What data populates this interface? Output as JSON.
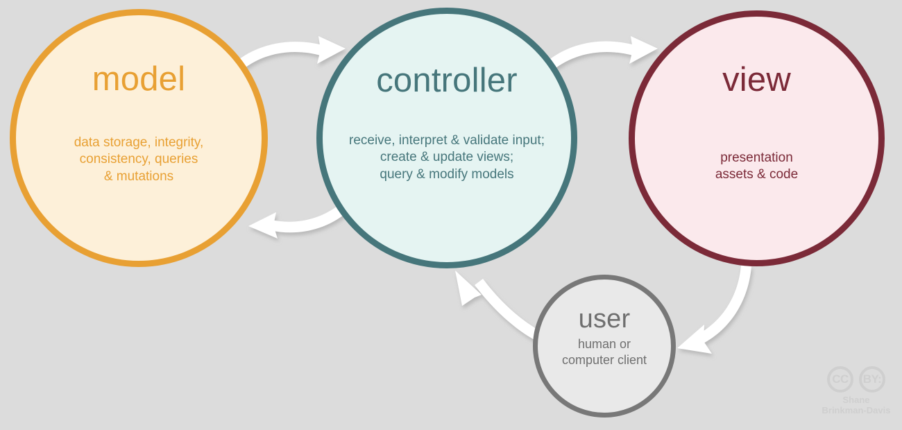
{
  "diagram": {
    "background_color": "#dcdcdc",
    "arrow_color": "#ffffff",
    "nodes": [
      {
        "id": "model",
        "title": "model",
        "description": "data storage, integrity,\nconsistency, queries\n& mutations",
        "fill_color": "#fdf0d9",
        "stroke_color": "#e8a033",
        "text_color": "#e8a033"
      },
      {
        "id": "controller",
        "title": "controller",
        "description": "receive, interpret & validate input;\ncreate & update views;\nquery & modify models",
        "fill_color": "#e5f4f2",
        "stroke_color": "#46767b",
        "text_color": "#46767b"
      },
      {
        "id": "view",
        "title": "view",
        "description": "presentation\nassets & code",
        "fill_color": "#fbe9ec",
        "stroke_color": "#7b2a38",
        "text_color": "#7b2a38"
      },
      {
        "id": "user",
        "title": "user",
        "description": "human or\ncomputer client",
        "fill_color": "#e9e9e9",
        "stroke_color": "#787878",
        "text_color": "#6f6f6f"
      }
    ],
    "edges": [
      {
        "id": "model-to-controller",
        "from": "model",
        "to": "controller"
      },
      {
        "id": "controller-to-model",
        "from": "controller",
        "to": "model"
      },
      {
        "id": "controller-to-view",
        "from": "controller",
        "to": "view"
      },
      {
        "id": "view-to-user",
        "from": "view",
        "to": "user"
      },
      {
        "id": "user-to-controller",
        "from": "user",
        "to": "controller"
      }
    ]
  },
  "attribution": {
    "cc_label": "CC",
    "by_label": "BY:",
    "name": "Shane\nBrinkman-Davis",
    "color": "#cfcfcf"
  }
}
